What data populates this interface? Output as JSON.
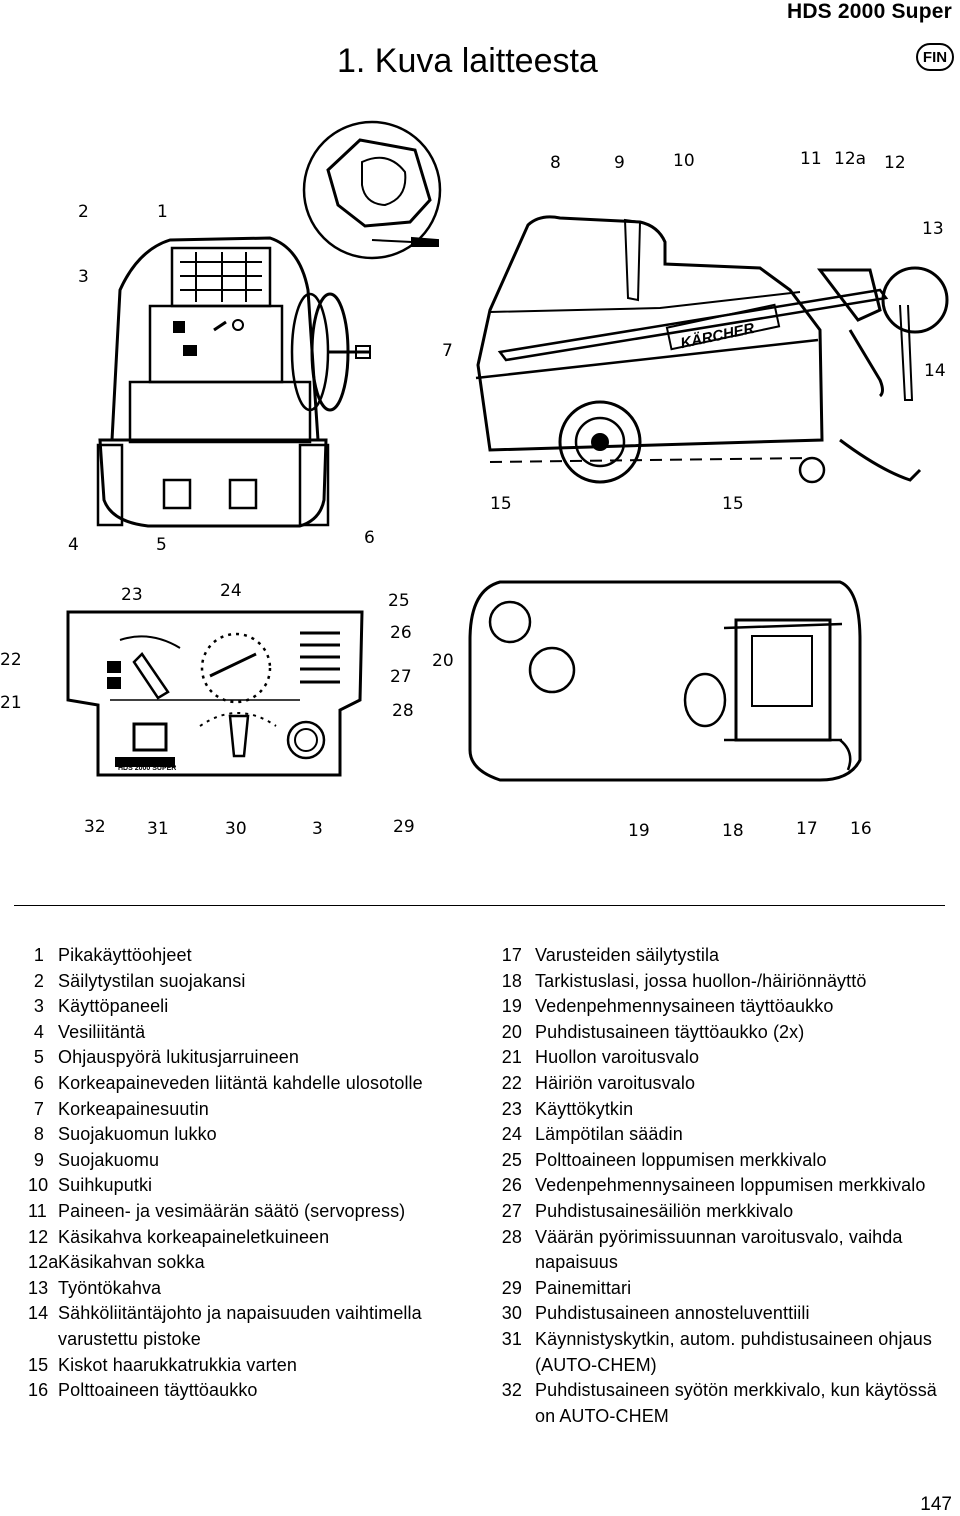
{
  "header": {
    "product": "HDS 2000 Super",
    "title": "1. Kuva laitteesta",
    "lang": "FIN"
  },
  "figure": {
    "callouts": [
      "1",
      "2",
      "3",
      "4",
      "5",
      "6",
      "7",
      "8",
      "9",
      "10",
      "11",
      "12a",
      "12",
      "13",
      "14",
      "15",
      "15",
      "16",
      "17",
      "18",
      "19",
      "20",
      "21",
      "22",
      "23",
      "24",
      "25",
      "26",
      "27",
      "28",
      "29",
      "3",
      "30",
      "31",
      "32"
    ],
    "labels": {
      "brand": "KÄRCHER",
      "model": "HDS 2000 SUPER"
    }
  },
  "legend": {
    "left": [
      {
        "num": "1",
        "text": "Pikakäyttöohjeet"
      },
      {
        "num": "2",
        "text": "Säilytystilan suojakansi"
      },
      {
        "num": "3",
        "text": "Käyttöpaneeli"
      },
      {
        "num": "4",
        "text": "Vesiliitäntä"
      },
      {
        "num": "5",
        "text": "Ohjauspyörä lukitusjarruineen"
      },
      {
        "num": "6",
        "text": "Korkeapaineveden liitäntä kahdelle ulosotolle"
      },
      {
        "num": "7",
        "text": "Korkeapainesuutin"
      },
      {
        "num": "8",
        "text": "Suojakuomun lukko"
      },
      {
        "num": "9",
        "text": "Suojakuomu"
      },
      {
        "num": "10",
        "text": "Suihkuputki"
      },
      {
        "num": "11",
        "text": "Paineen- ja vesimäärän säätö (servopress)"
      },
      {
        "num": "12",
        "text": "Käsikahva korkeapaineletkuineen"
      },
      {
        "num": "12a",
        "text": "Käsikahvan sokka"
      },
      {
        "num": "13",
        "text": "Työntökahva"
      },
      {
        "num": "14",
        "text": "Sähköliitäntäjohto ja napaisuuden vaihtimella varustettu pistoke"
      },
      {
        "num": "15",
        "text": "Kiskot haarukkatrukkia varten"
      },
      {
        "num": "16",
        "text": "Polttoaineen täyttöaukko"
      }
    ],
    "right": [
      {
        "num": "17",
        "text": "Varusteiden säilytystila"
      },
      {
        "num": "18",
        "text": "Tarkistuslasi, jossa huollon-/häiriönnäyttö"
      },
      {
        "num": "19",
        "text": "Vedenpehmennysaineen täyttöaukko"
      },
      {
        "num": "20",
        "text": "Puhdistusaineen täyttöaukko (2x)"
      },
      {
        "num": "21",
        "text": "Huollon varoitusvalo"
      },
      {
        "num": "22",
        "text": "Häiriön varoitusvalo"
      },
      {
        "num": "23",
        "text": "Käyttökytkin"
      },
      {
        "num": "24",
        "text": "Lämpötilan säädin"
      },
      {
        "num": "25",
        "text": "Polttoaineen loppumisen merkkivalo"
      },
      {
        "num": "26",
        "text": "Vedenpehmennysaineen loppumisen merkkivalo"
      },
      {
        "num": "27",
        "text": "Puhdistusainesäiliön merkkivalo"
      },
      {
        "num": "28",
        "text": "Väärän pyörimissuunnan varoitusvalo, vaihda napaisuus"
      },
      {
        "num": "29",
        "text": "Painemittari"
      },
      {
        "num": "30",
        "text": "Puhdistusaineen annosteluventtiili"
      },
      {
        "num": "31",
        "text": "Käynnistyskytkin, autom. puhdistusaineen ohjaus (AUTO-CHEM)"
      },
      {
        "num": "32",
        "text": "Puhdistusaineen syötön merkkivalo, kun käytössä on AUTO-CHEM"
      }
    ]
  },
  "footer": {
    "page": "147"
  }
}
